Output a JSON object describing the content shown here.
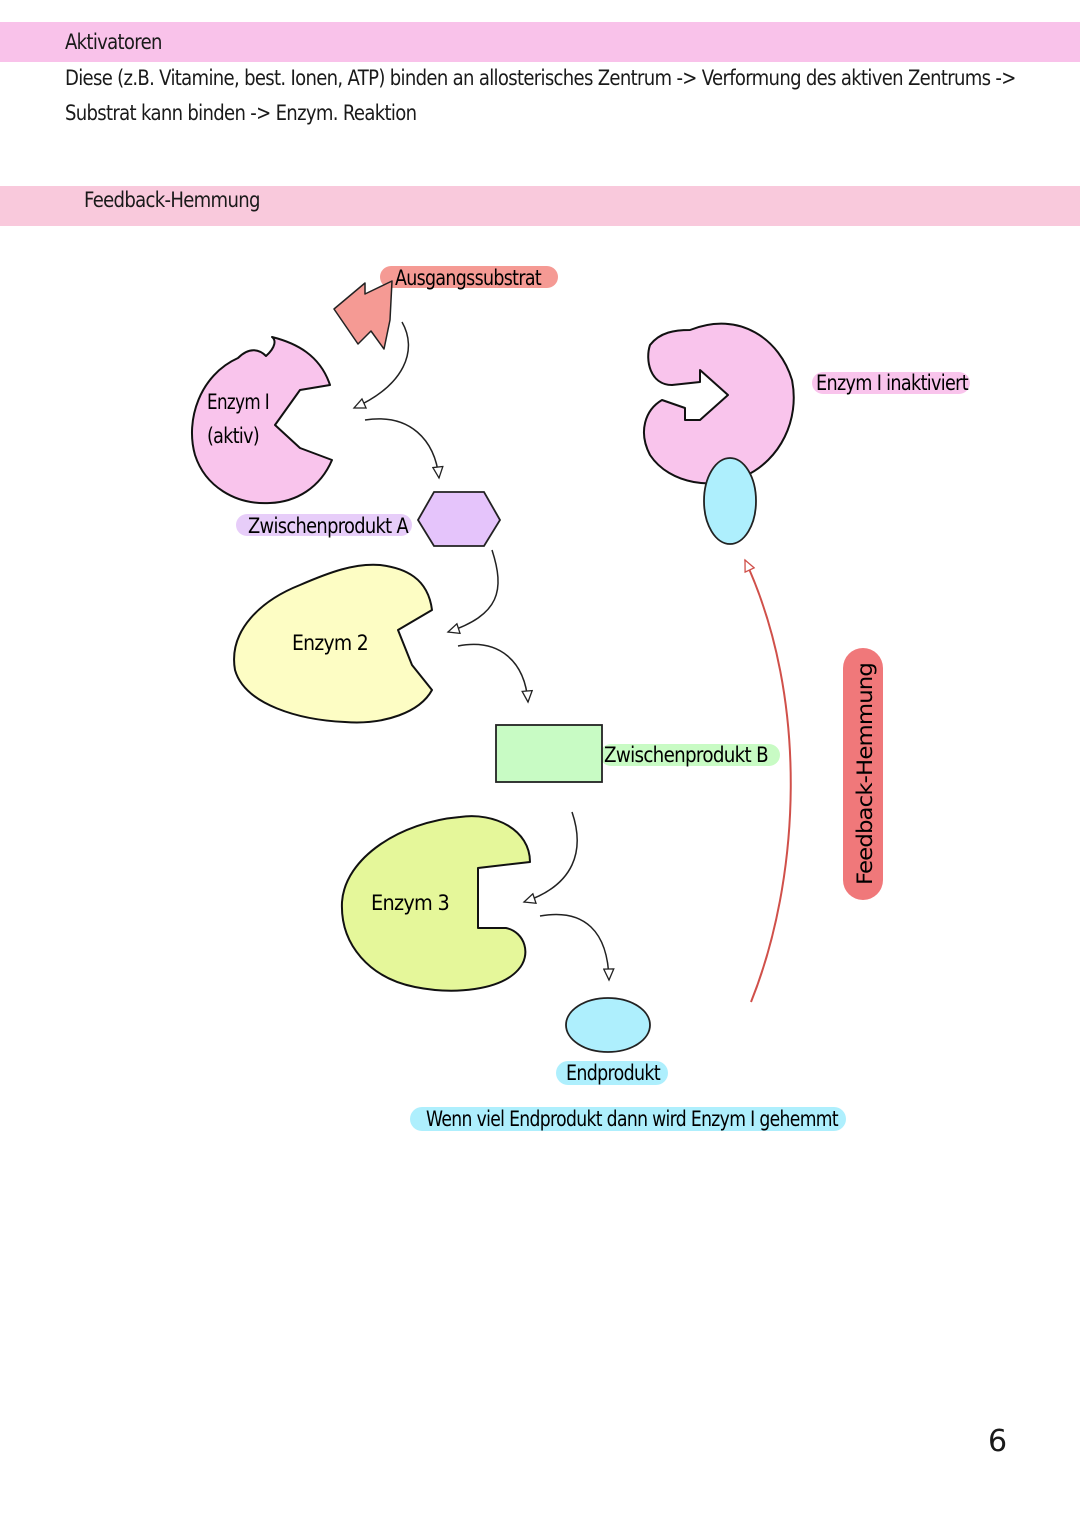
{
  "activators": {
    "heading": "Aktivatoren",
    "line1": "Diese (z.B. Vitamine, best. Ionen, ATP) binden an allosterisches Zentrum -> Verformung des aktiven Zentrums ->",
    "line2": "Substrat kann binden -> Enzym. Reaktion"
  },
  "feedback_section": {
    "heading": "Feedback-Hemmung"
  },
  "diagram": {
    "start_substrate": "Ausgangssubstrat",
    "enzyme1_line1": "Enzym I",
    "enzyme1_line2": "(aktiv)",
    "intermediate_a": "Zwischenprodukt A",
    "enzyme2": "Enzym 2",
    "intermediate_b": "Zwischenprodukt B",
    "enzyme3": "Enzym 3",
    "end_product": "Endprodukt",
    "note": "Wenn viel Endprodukt dann wird Enzym I gehemmt",
    "enzyme1_inactive": "Enzym I inaktiviert",
    "feedback_label": "Feedback-Hemmung"
  },
  "colors": {
    "band_top": "#f9c2ea",
    "band_mid": "#f9c9dc",
    "enzyme1": "#f9c4ec",
    "substrate": "#f59a94",
    "intermediate_a": "#e5c4fb",
    "enzyme2": "#fdfdc4",
    "intermediate_b": "#c8fbc4",
    "enzyme3": "#e5f79a",
    "end_product": "#aeeffd",
    "feedback_arrow": "#e0746c"
  },
  "page_number": "6"
}
